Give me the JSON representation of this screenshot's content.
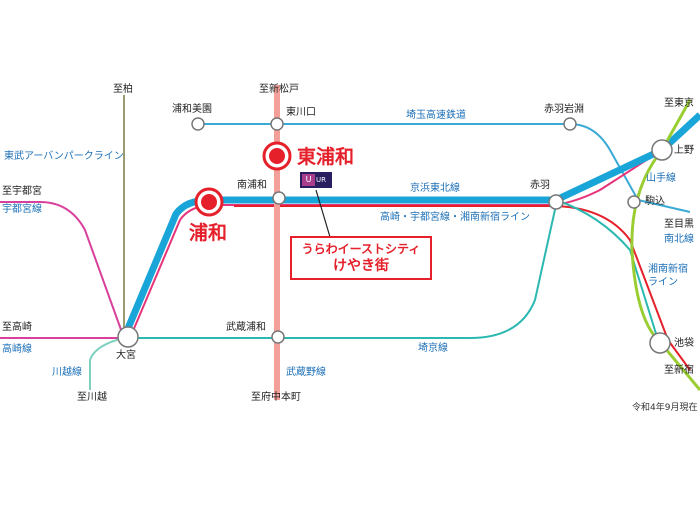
{
  "colors": {
    "keihin_tohoku": "#1aa5d8",
    "musashino": "#f4a09a",
    "saikyo": "#2bb8b1",
    "takasaki_utsunomiya": "#e7337a",
    "shonan_shinjuku": "#e5202a",
    "yamanote": "#9acd32",
    "tobu_urban_park": "#9b9b72",
    "kawagoe": "#7fd0c0",
    "saitama_rapid": "#3aa9d6",
    "highlight": "#e5202a"
  },
  "stations": {
    "urawa_misono": "浦和美園",
    "higashi_kawaguchi": "東川口",
    "akabane_iwabuchi": "赤羽岩淵",
    "minami_urawa": "南浦和",
    "akabane": "赤羽",
    "omiya": "大宮",
    "musashi_urawa": "武蔵浦和",
    "ueno": "上野",
    "komagome": "駒込",
    "ikebukuro": "池袋"
  },
  "directions": {
    "kashiwa": "至柏",
    "shin_matsudo": "至新松戸",
    "tokyo": "至東京",
    "utsunomiya": "至宇都宮",
    "takasaki": "至高崎",
    "kawagoe": "至川越",
    "fuchu_hommachi": "至府中本町",
    "meguro": "至目黒",
    "shinjuku": "至新宿"
  },
  "highlighted": {
    "higashi_urawa": "東浦和",
    "urawa": "浦和"
  },
  "lines": {
    "tobu_urban_park": "東武アーバンパークライン",
    "utsunomiya": "宇都宮線",
    "saitama_rapid": "埼玉高速鉄道",
    "keihin_tohoku": "京浜東北線",
    "takasaki_shonan": "高崎・宇都宮線・湘南新宿ライン",
    "yamanote": "山手線",
    "nanboku": "南北線",
    "shonan_shinjuku_1": "湘南新宿",
    "shonan_shinjuku_2": "ライン",
    "takasaki": "高崎線",
    "kawagoe": "川越線",
    "saikyo": "埼京線",
    "musashino": "武蔵野線"
  },
  "callout": {
    "line1": "うらわイーストシティ",
    "line2": "けやき街"
  },
  "logo": {
    "mark": "U",
    "text": "UR"
  },
  "note": "令和4年9月現在"
}
